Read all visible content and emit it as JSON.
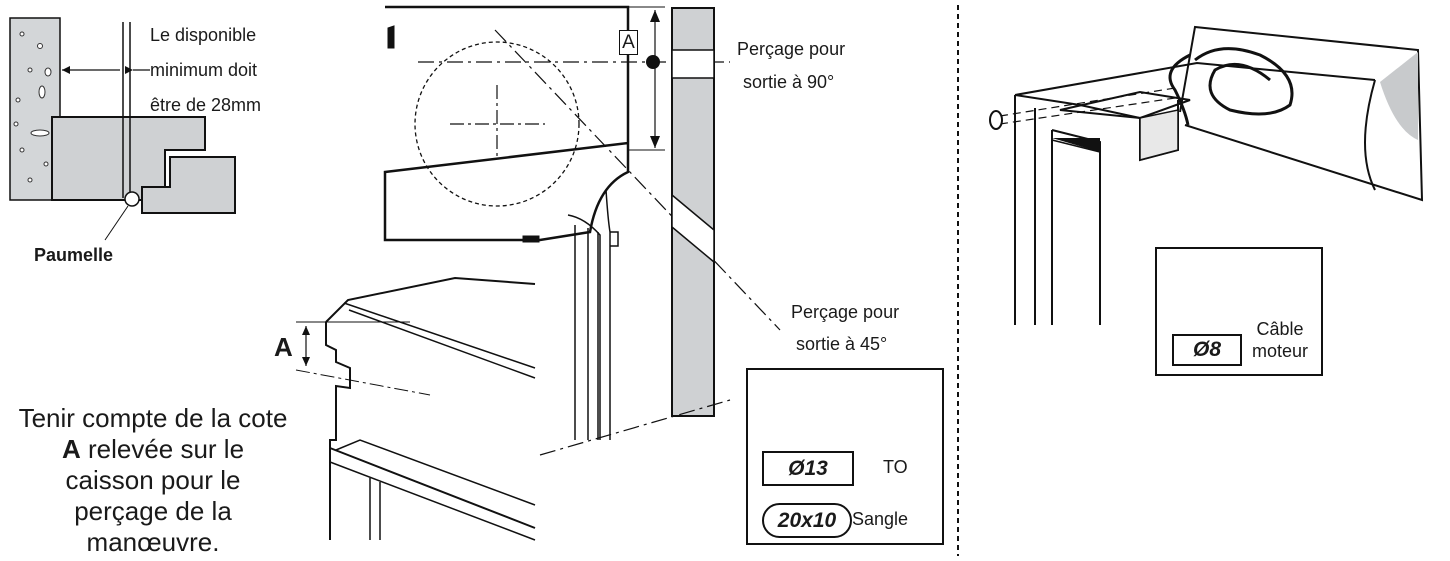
{
  "labels": {
    "clearance": [
      "Le disponible",
      "minimum doit",
      "être de 28mm"
    ],
    "hinge": "Paumelle",
    "drill_90": [
      "Perçage pour",
      "sortie à 90°"
    ],
    "drill_45": [
      "Perçage pour",
      "sortie à 45°"
    ],
    "dimension": "A",
    "note_before": "Tenir compte de la cote ",
    "note_letter": "A",
    "note_after": " relevée sur le caisson pour le perçage de la manœuvre."
  },
  "drill_box_left": {
    "diameter": "Ø13",
    "diameter_use": "TO",
    "slot": "20x10",
    "slot_use": "Sangle"
  },
  "drill_box_right": {
    "diameter": "Ø8",
    "diameter_use": [
      "Câble",
      "moteur"
    ]
  },
  "colors": {
    "wall": "#d3d6d8",
    "panel": "#cfd1d3",
    "ink": "#111111"
  },
  "icons": [
    "drill-icon"
  ]
}
